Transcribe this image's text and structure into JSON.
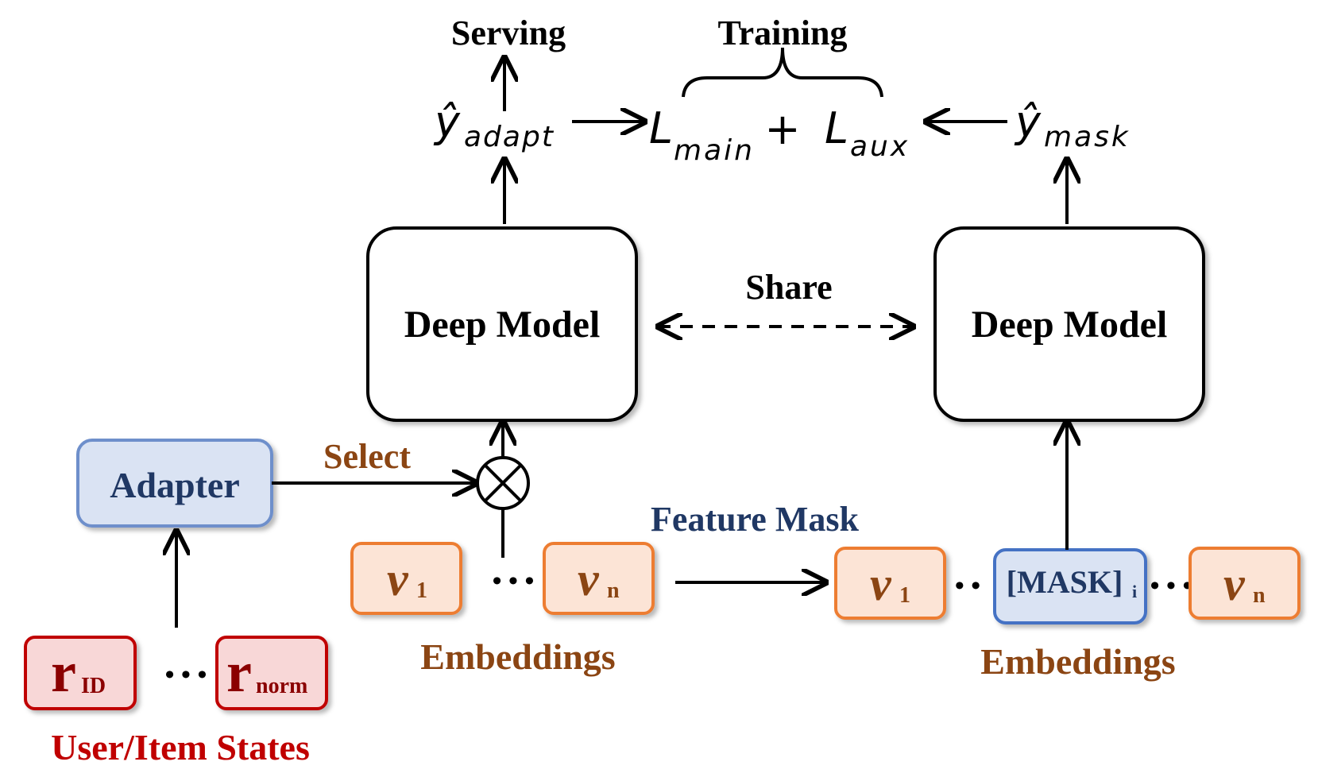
{
  "top": {
    "serving": "Serving",
    "training": "Training",
    "share": "Share"
  },
  "formula": {
    "y_hat": "ŷ",
    "adapt_sub": "adapt",
    "l_main": "L",
    "main_sub": "main",
    "plus": "+",
    "l_aux": "L",
    "aux_sub": "aux",
    "mask_sub": "mask"
  },
  "model": {
    "left_label": "Deep Model",
    "right_label": "Deep Model"
  },
  "adapter": {
    "label": "Adapter",
    "select": "Select"
  },
  "mask": {
    "title": "Feature Mask",
    "token": "[MASK]",
    "token_sub": "i"
  },
  "embeddings": {
    "v": "v",
    "sub_1": "1",
    "sub_n": "n",
    "left_caption": "Embeddings",
    "right_caption": "Embeddings"
  },
  "states": {
    "r": "r",
    "id_sub": "ID",
    "norm_sub": "norm",
    "caption": "User/Item States"
  },
  "ellipsis": {
    "three": "• • •",
    "two": "• •"
  },
  "colors": {
    "brown": "#8B4513",
    "red": "#C00000",
    "navy": "#203864",
    "orange_fill": "#FCE4D6",
    "orange_stroke": "#ED7D31",
    "blue_fill": "#DAE3F3",
    "blue_stroke": "#4472C4",
    "red_fill": "#F8D7D7",
    "red_stroke": "#C00000"
  }
}
